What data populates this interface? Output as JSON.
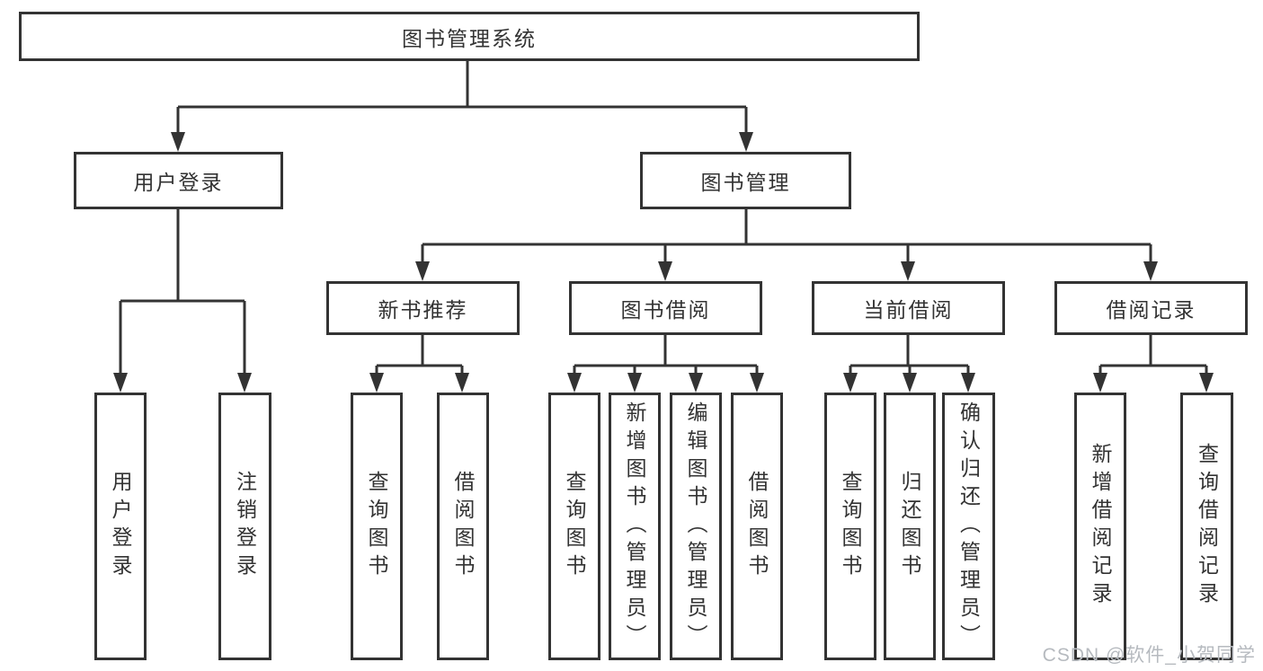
{
  "diagram": {
    "root": {
      "label": "图书管理系统"
    },
    "branches": [
      {
        "label": "用户登录",
        "children": [
          {
            "label": "用户登录"
          },
          {
            "label": "注销登录"
          }
        ]
      },
      {
        "label": "图书管理",
        "children": [
          {
            "label": "新书推荐",
            "children": [
              {
                "label": "查询图书"
              },
              {
                "label": "借阅图书"
              }
            ]
          },
          {
            "label": "图书借阅",
            "children": [
              {
                "label": "查询图书"
              },
              {
                "label": "新增图书（管理员）"
              },
              {
                "label": "编辑图书（管理员）"
              },
              {
                "label": "借阅图书"
              }
            ]
          },
          {
            "label": "当前借阅",
            "children": [
              {
                "label": "查询图书"
              },
              {
                "label": "归还图书"
              },
              {
                "label": "确认归还（管理员）"
              }
            ]
          },
          {
            "label": "借阅记录",
            "children": [
              {
                "label": "新增借阅记录"
              },
              {
                "label": "查询借阅记录"
              }
            ]
          }
        ]
      }
    ],
    "watermark": "CSDN @软件_小贺同学",
    "colors": {
      "line": "#333333",
      "background": "#ffffff",
      "watermark": "#b6babf"
    }
  }
}
